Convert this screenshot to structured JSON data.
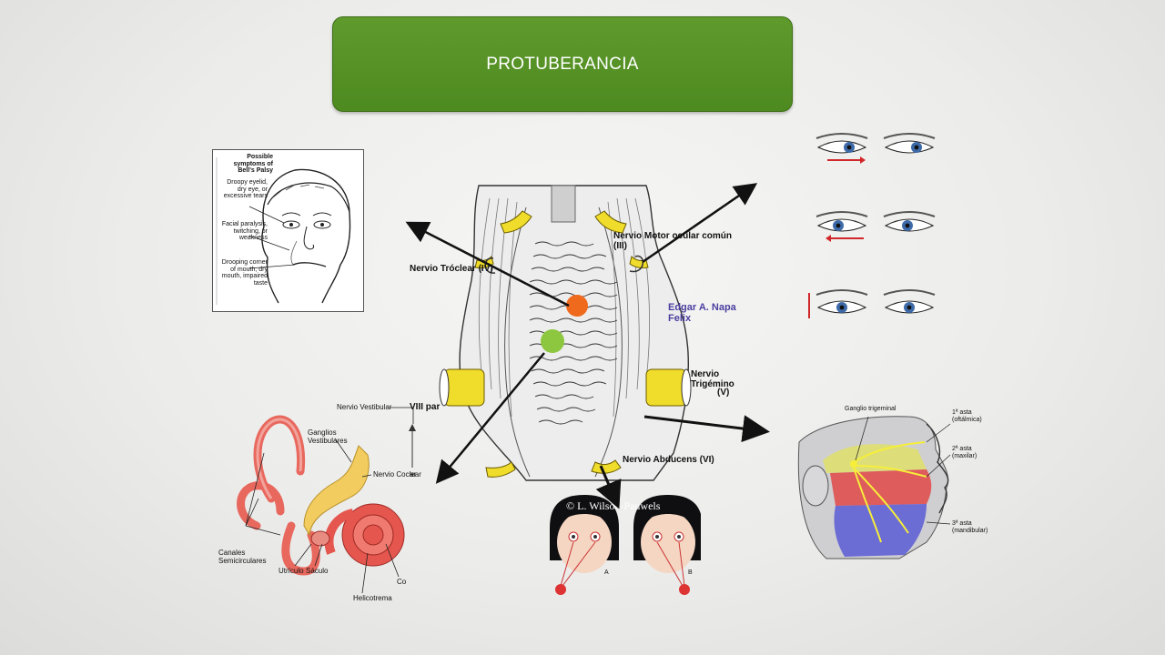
{
  "slide": {
    "title": "PROTUBERANCIA",
    "author": "Edgar A. Napa Felix",
    "colors": {
      "title_box": "#4d8a1f",
      "dot_orange": "#f06a1e",
      "dot_green": "#8dc63f",
      "author": "#4a3fa0"
    }
  },
  "brainstem_labels": {
    "troclear": "Nervio Tróclear (IV)",
    "motor_ocular": "Nervio Motor ocular común (III)",
    "trigemino_1": "Nervio Trigémino",
    "trigemino_2": "(V)",
    "abducens": "Nervio Abducens (VI)",
    "viii": "VIII par",
    "stub": "ar"
  },
  "bells_palsy": {
    "heading": "Possible symptoms of Bell's Palsy",
    "items": [
      "Droopy eyelid, dry eye, or excessive tears",
      "Facial paralysis, twitching, or weakness",
      "Drooping corner of mouth, dry mouth, impaired taste"
    ]
  },
  "ear_labels": {
    "vestibular": "Nervio Vestibular",
    "ganglios": "Ganglios Vestibulares",
    "coclear": "Nervio Coclear",
    "canales": "Canales Semicirculares",
    "utriculo": "Utrículo",
    "saculo": "Sáculo",
    "helicotrema": "Helicotrema",
    "co": "Co"
  },
  "eyes_panel": {
    "copyright": "© L. Wilson-Pauwels",
    "label_a": "A",
    "label_b": "B"
  },
  "trigeminal_labels": {
    "ganglio": "Ganglio trigeminal",
    "rama1": "1ª asta (oftálmica)",
    "rama2": "2ª asta (maxilar)",
    "rama3": "3ª asta (mandibular)"
  }
}
